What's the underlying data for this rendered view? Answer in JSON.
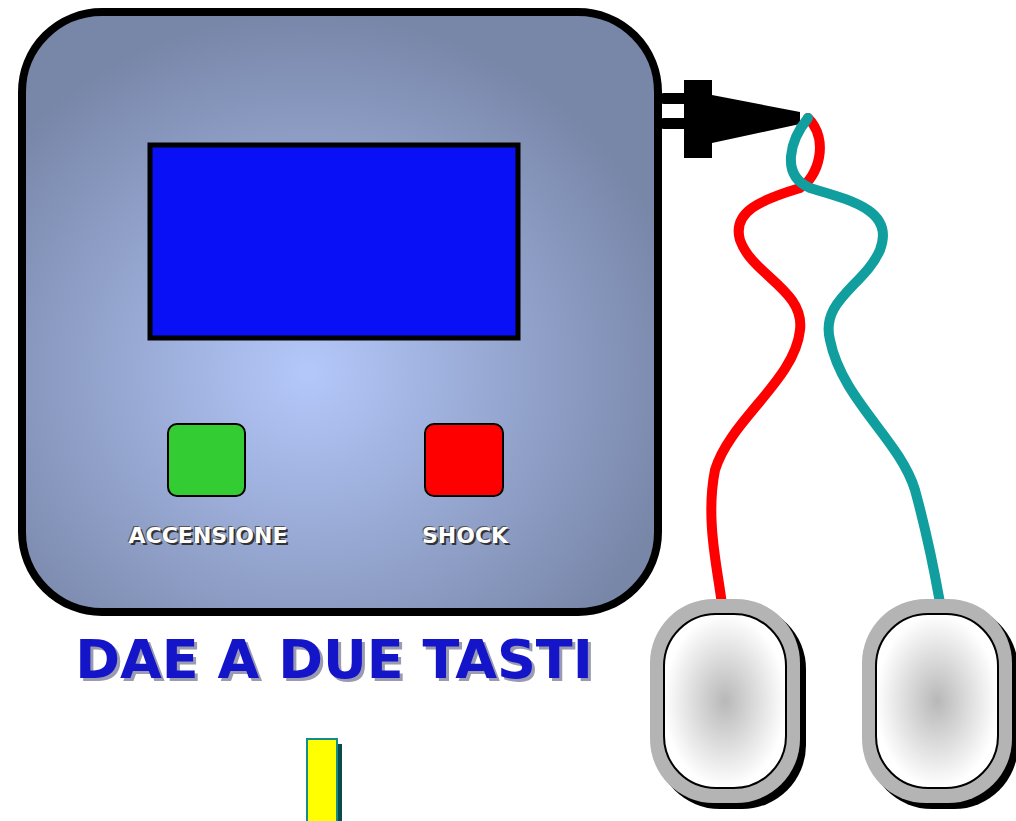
{
  "diagram": {
    "title": "DAE A DUE TASTI",
    "nodes": [
      {
        "text": [
          "ACCENSIONE"
        ]
      },
      {
        "text": [
          "SHOCK"
        ]
      }
    ]
  }
}
